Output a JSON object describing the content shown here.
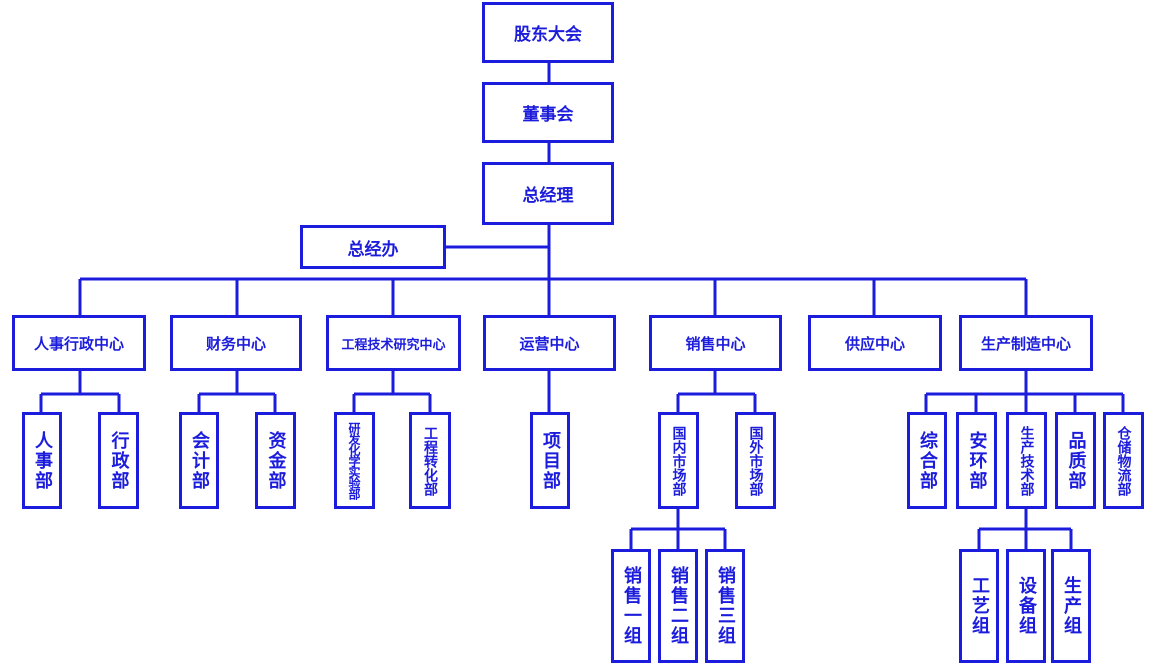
{
  "colors": {
    "stroke": "#1c1cdc",
    "background": "#ffffff"
  },
  "nodes": {
    "shareholders": "股东大会",
    "board": "董事会",
    "gm": "总经理",
    "gm_office": "总经办",
    "hr_admin_center": "人事行政中心",
    "finance_center": "财务中心",
    "engineering_center": "工程技术研究中心",
    "operations_center": "运营中心",
    "sales_center": "销售中心",
    "supply_center": "供应中心",
    "production_center": "生产制造中心",
    "hr_dept": "人事部",
    "admin_dept": "行政部",
    "accounting_dept": "会计部",
    "funds_dept": "资金部",
    "rd_lab": "研发化学实验部",
    "eng_transfer": "工程转化部",
    "project_dept": "项目部",
    "domestic_market": "国内市场部",
    "foreign_market": "国外市场部",
    "general_dept": "综合部",
    "safety_env": "安环部",
    "prod_tech": "生产技术部",
    "quality": "品质部",
    "warehouse": "仓储物流部",
    "sales_g1": "销售一组",
    "sales_g2": "销售二组",
    "sales_g3": "销售三组",
    "process_group": "工艺组",
    "equipment_group": "设备组",
    "production_group": "生产组"
  }
}
